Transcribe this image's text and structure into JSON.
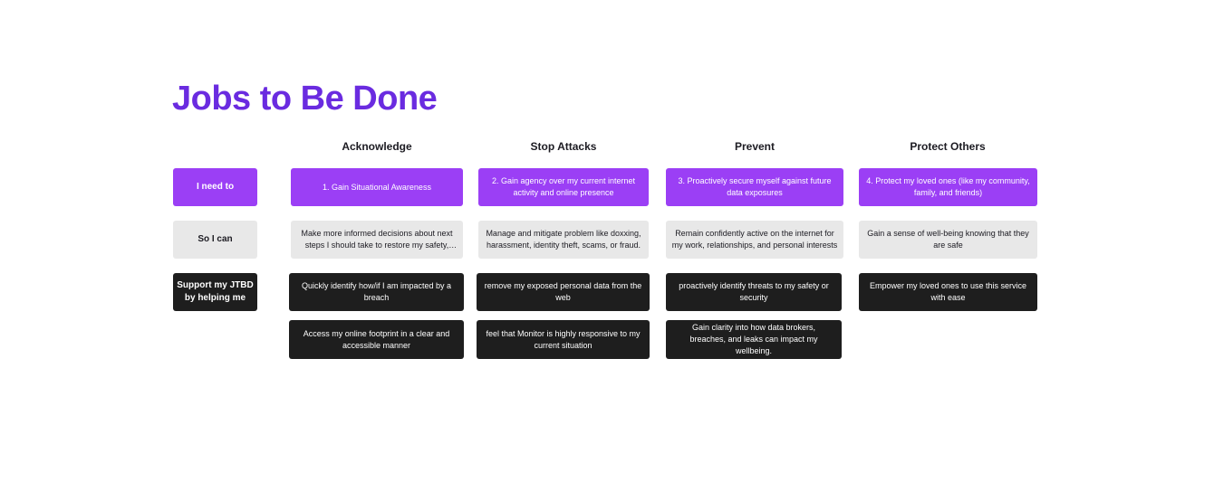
{
  "title": "Jobs to Be Done",
  "columns": [
    {
      "label": "Acknowledge"
    },
    {
      "label": "Stop Attacks"
    },
    {
      "label": "Prevent"
    },
    {
      "label": "Protect Others"
    }
  ],
  "rows": [
    {
      "label": "I need to"
    },
    {
      "label": "So I can"
    },
    {
      "label": "Support my JTBD by helping me"
    }
  ],
  "need_to": [
    "1. Gain Situational Awareness",
    "2. Gain agency over my current internet activity and online presence",
    "3. Proactively secure myself against future data exposures",
    "4. Protect my loved ones (like my community, family, and friends)"
  ],
  "so_i_can": [
    "Make more informed decisions about next steps I should take to restore my safety, security, and privacy",
    "Manage and mitigate problem like doxxing, harassment, identity theft, scams, or fraud.",
    "Remain confidently active on the internet for my work, relationships, and personal interests",
    "Gain a sense of well-being knowing that they are safe"
  ],
  "support": [
    "Quickly identify how/if I am impacted by a breach",
    "Access my online footprint in a clear and accessible  manner",
    "remove my exposed personal data from the web",
    "feel that Monitor is highly responsive to my current situation",
    "proactively identify threats to my safety or security",
    "Gain clarity into how data brokers, breaches, and leaks can impact my wellbeing.",
    "Empower my loved ones to use this service with ease"
  ],
  "colors": {
    "title": "#6a2be0",
    "purple_card": "#9b3ff5",
    "grey_card": "#e8e8e8",
    "dark_card": "#1e1e1e"
  }
}
